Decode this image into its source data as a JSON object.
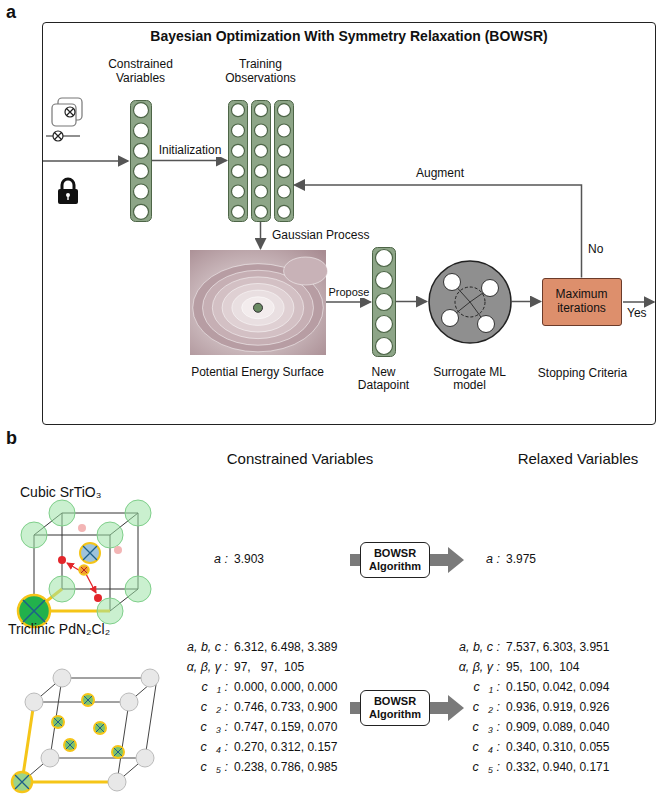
{
  "diagram": {
    "nodes": [
      {
        "text": [
          "Bayesian Optimization With Symmetry Relaxation (BOWSR)"
        ]
      },
      {
        "text": [
          "Constrained Variables"
        ],
        "in": 0
      },
      {
        "text": [
          "Training Observations"
        ],
        "in": 0
      },
      {
        "text": [
          "Potential Energy Surface"
        ],
        "in": 0
      },
      {
        "text": [
          "New Datapoint"
        ],
        "in": 0
      },
      {
        "text": [
          "Surrogate ML model"
        ],
        "in": 0
      },
      {
        "text": [
          "Maximum iterations",
          "Stopping Criteria"
        ],
        "in": 0
      },
      {
        "text": [
          "BOWSR Algorithm"
        ]
      },
      {
        "text": [
          "BOWSR Algorithm"
        ]
      }
    ],
    "edges": [
      {
        "from": 1,
        "to": 2,
        "arrow": "to",
        "label": "Initialization"
      },
      {
        "from": 2,
        "to": 3,
        "arrow": "to",
        "label": "Gaussian Process"
      },
      {
        "from": 3,
        "to": 4,
        "arrow": "to",
        "label": "Propose"
      },
      {
        "from": 4,
        "to": 5,
        "arrow": "to"
      },
      {
        "from": 5,
        "to": 6,
        "arrow": "to"
      },
      {
        "from": 6,
        "to": 2,
        "arrow": "to",
        "label": "Augment"
      }
    ],
    "labels": [
      "a",
      "No",
      "Yes",
      "b",
      "Constrained Variables",
      "Relaxed Variables",
      "Cubic SrTiO₃",
      "a :",
      "3.903",
      "a :",
      "3.975",
      "Triclinic PdN₂Cl₂",
      "a, b, c :",
      "6.312, 6.498, 3.389",
      "α, β, γ :",
      "97,   97,  105",
      "c⃗₁ :",
      "0.000, 0.000, 0.000",
      "c⃗₂ :",
      "0.746, 0.733, 0.900",
      "c⃗₃ :",
      "0.747, 0.159, 0.070",
      "c⃗₄ :",
      "0.270, 0.312, 0.157",
      "c⃗₅ :",
      "0.238, 0.786, 0.985",
      "a, b, c :",
      "7.537, 6.303, 3.951",
      "α, β, γ :",
      "95,  100,  104",
      "c⃗₁ :",
      "0.150, 0.042, 0.094",
      "c⃗₂ :",
      "0.936, 0.919, 0.926",
      "c⃗₃ :",
      "0.909, 0.089, 0.040",
      "c⃗₄ :",
      "0.340, 0.310, 0.055",
      "c⃗₅ :",
      "0.332, 0.940, 0.171"
    ]
  }
}
